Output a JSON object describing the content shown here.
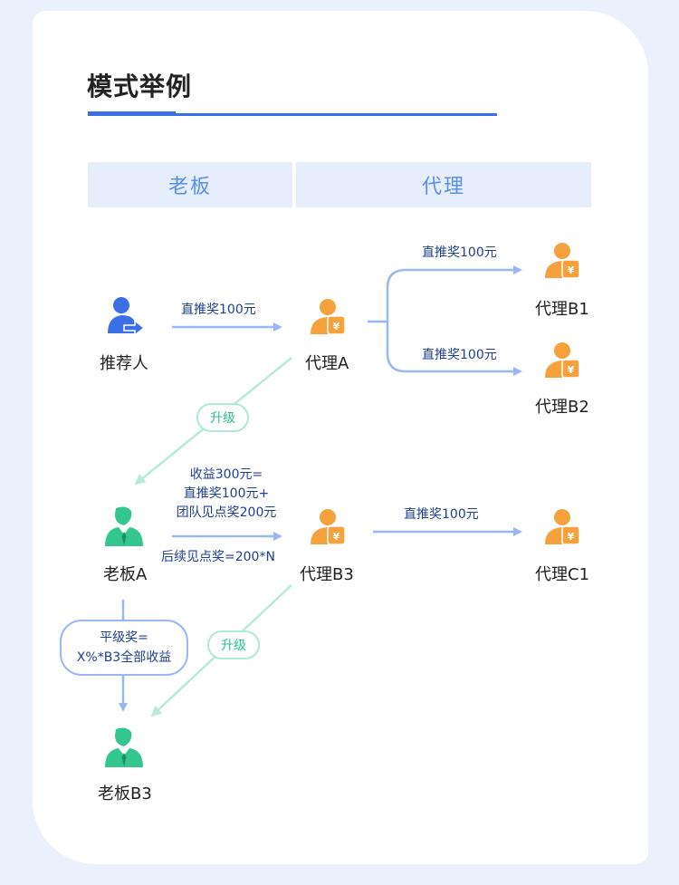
{
  "title": "模式举例",
  "headers": {
    "boss": "老板",
    "agent": "代理"
  },
  "nodes": {
    "referrer": "推荐人",
    "agent_a": "代理A",
    "agent_b1": "代理B1",
    "agent_b2": "代理B2",
    "boss_a": "老板A",
    "agent_b3": "代理B3",
    "agent_c1": "代理C1",
    "boss_b3": "老板B3"
  },
  "edges": {
    "referrer_to_a": "直推奖100元",
    "a_to_b1": "直推奖100元",
    "a_to_b2": "直推奖100元",
    "upgrade_1": "升级",
    "boss_income_1": "收益300元=",
    "boss_income_2": "直推奖100元+",
    "boss_income_3": "团队见点奖200元",
    "boss_income_4": "后续见点奖=200*N",
    "b3_to_c1": "直推奖100元",
    "upgrade_2": "升级",
    "peer_1": "平级奖=",
    "peer_2": "X%*B3全部收益"
  },
  "colors": {
    "agent_icon": "#f7a13c",
    "boss_icon": "#34c68f",
    "referrer_icon": "#3b6fe6",
    "arrow_blue": "#9ab8f6",
    "arrow_green": "#b5ebd7"
  },
  "icons": {
    "referrer": "person-share-icon",
    "agent": "person-yen-icon",
    "boss": "person-suit-icon"
  }
}
